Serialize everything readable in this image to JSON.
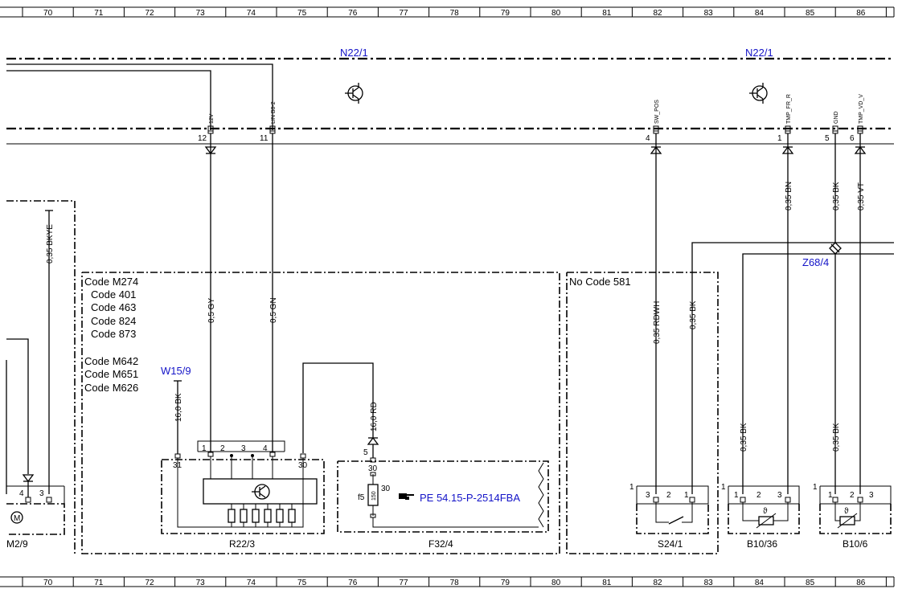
{
  "grid": {
    "columns": [
      "70",
      "71",
      "72",
      "73",
      "74",
      "75",
      "76",
      "77",
      "78",
      "79",
      "80",
      "81",
      "82",
      "83",
      "84",
      "85",
      "86"
    ]
  },
  "modules": {
    "n22_left": "N22/1",
    "n22_right": "N22/1"
  },
  "pins": {
    "p12": {
      "name": "12V",
      "num": "12"
    },
    "p11": {
      "name": "LIN B8-2",
      "num": "11"
    },
    "p4": {
      "name": "SW_POS",
      "num": "4"
    },
    "p1": {
      "name": "TMP_FR_R",
      "num": "1"
    },
    "p5": {
      "name": "GND",
      "num": "5"
    },
    "p6": {
      "name": "TMP_VD_V",
      "num": "6"
    }
  },
  "wires": {
    "bkye": "0,35 BKYE",
    "gy": "0,5 GY",
    "gn": "0,5 GN",
    "bk16": "16,0 BK",
    "rd16": "16,0 RD",
    "rdwh": "0,35 RDWH",
    "bk_s24": "0,35 BK",
    "bn": "0,35 BN",
    "bk_gnd": "0,35 BK",
    "vt": "0,35 VT",
    "bk_b1036": "0,35 BK",
    "bk_b106": "0,35 BK"
  },
  "codes": {
    "m274": "Code M274",
    "c401": "Code 401",
    "c463": "Code 463",
    "c824": "Code 824",
    "c873": "Code 873",
    "m642": "Code M642",
    "m651": "Code M651",
    "m626": "Code M626",
    "no581": "No Code 581"
  },
  "refs": {
    "w15": "W15/9",
    "z68": "Z68/4",
    "pe": "PE 54.15-P-2514FBA"
  },
  "components": {
    "m2": "M2/9",
    "r22": "R22/3",
    "f32": "F32/4",
    "s24": "S24/1",
    "b1036": "B10/36",
    "b106": "B10/6"
  },
  "pin_labels": {
    "m2_4": "4",
    "m2_3": "3",
    "r22_1": "1",
    "r22_2": "2",
    "r22_3": "3",
    "r22_4": "4",
    "r22_31": "31",
    "r22_30": "30",
    "f32_5": "5",
    "f32_30a": "30",
    "f32_30b": "30",
    "f32_f5": "f5",
    "f32_150": "150",
    "s24_1a": "1",
    "s24_3": "3",
    "s24_2": "2",
    "s24_1b": "1",
    "b1036_1a": "1",
    "b1036_1b": "1",
    "b1036_2": "2",
    "b1036_3": "3",
    "b106_1a": "1",
    "b106_1b": "1",
    "b106_2": "2",
    "b106_3": "3"
  },
  "symbols": {
    "theta_a": "ϑ",
    "theta_b": "ϑ"
  }
}
